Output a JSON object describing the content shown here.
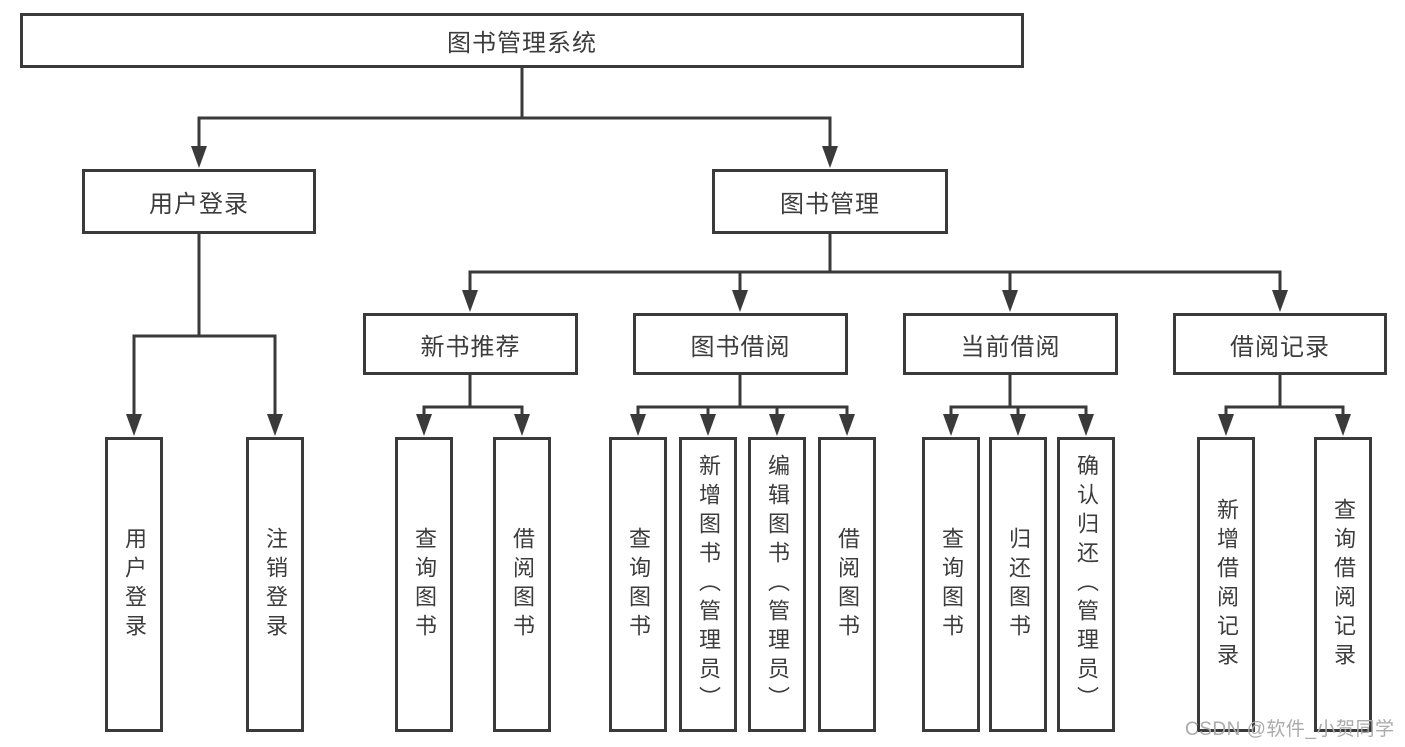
{
  "diagram": {
    "title": "图书管理系统",
    "level2": [
      {
        "label": "用户登录"
      },
      {
        "label": "图书管理"
      }
    ],
    "level3": [
      {
        "label": "新书推荐"
      },
      {
        "label": "图书借阅"
      },
      {
        "label": "当前借阅"
      },
      {
        "label": "借阅记录"
      }
    ],
    "leaves": {
      "login": [
        {
          "label": "用户登录"
        },
        {
          "label": "注销登录"
        }
      ],
      "recommend": [
        {
          "label": "查询图书"
        },
        {
          "label": "借阅图书"
        }
      ],
      "borrow": [
        {
          "label": "查询图书"
        },
        {
          "label": "新增图书（管理员）"
        },
        {
          "label": "编辑图书（管理员）"
        },
        {
          "label": "借阅图书"
        }
      ],
      "current": [
        {
          "label": "查询图书"
        },
        {
          "label": "归还图书"
        },
        {
          "label": "确认归还（管理员）"
        }
      ],
      "records": [
        {
          "label": "新增借阅记录"
        },
        {
          "label": "查询借阅记录"
        }
      ]
    }
  },
  "watermark": "CSDN @软件_小贺同学",
  "colors": {
    "line": "#3a3a3a",
    "text": "#3c3c3c",
    "watermark": "#ababab",
    "background": "#ffffff"
  }
}
